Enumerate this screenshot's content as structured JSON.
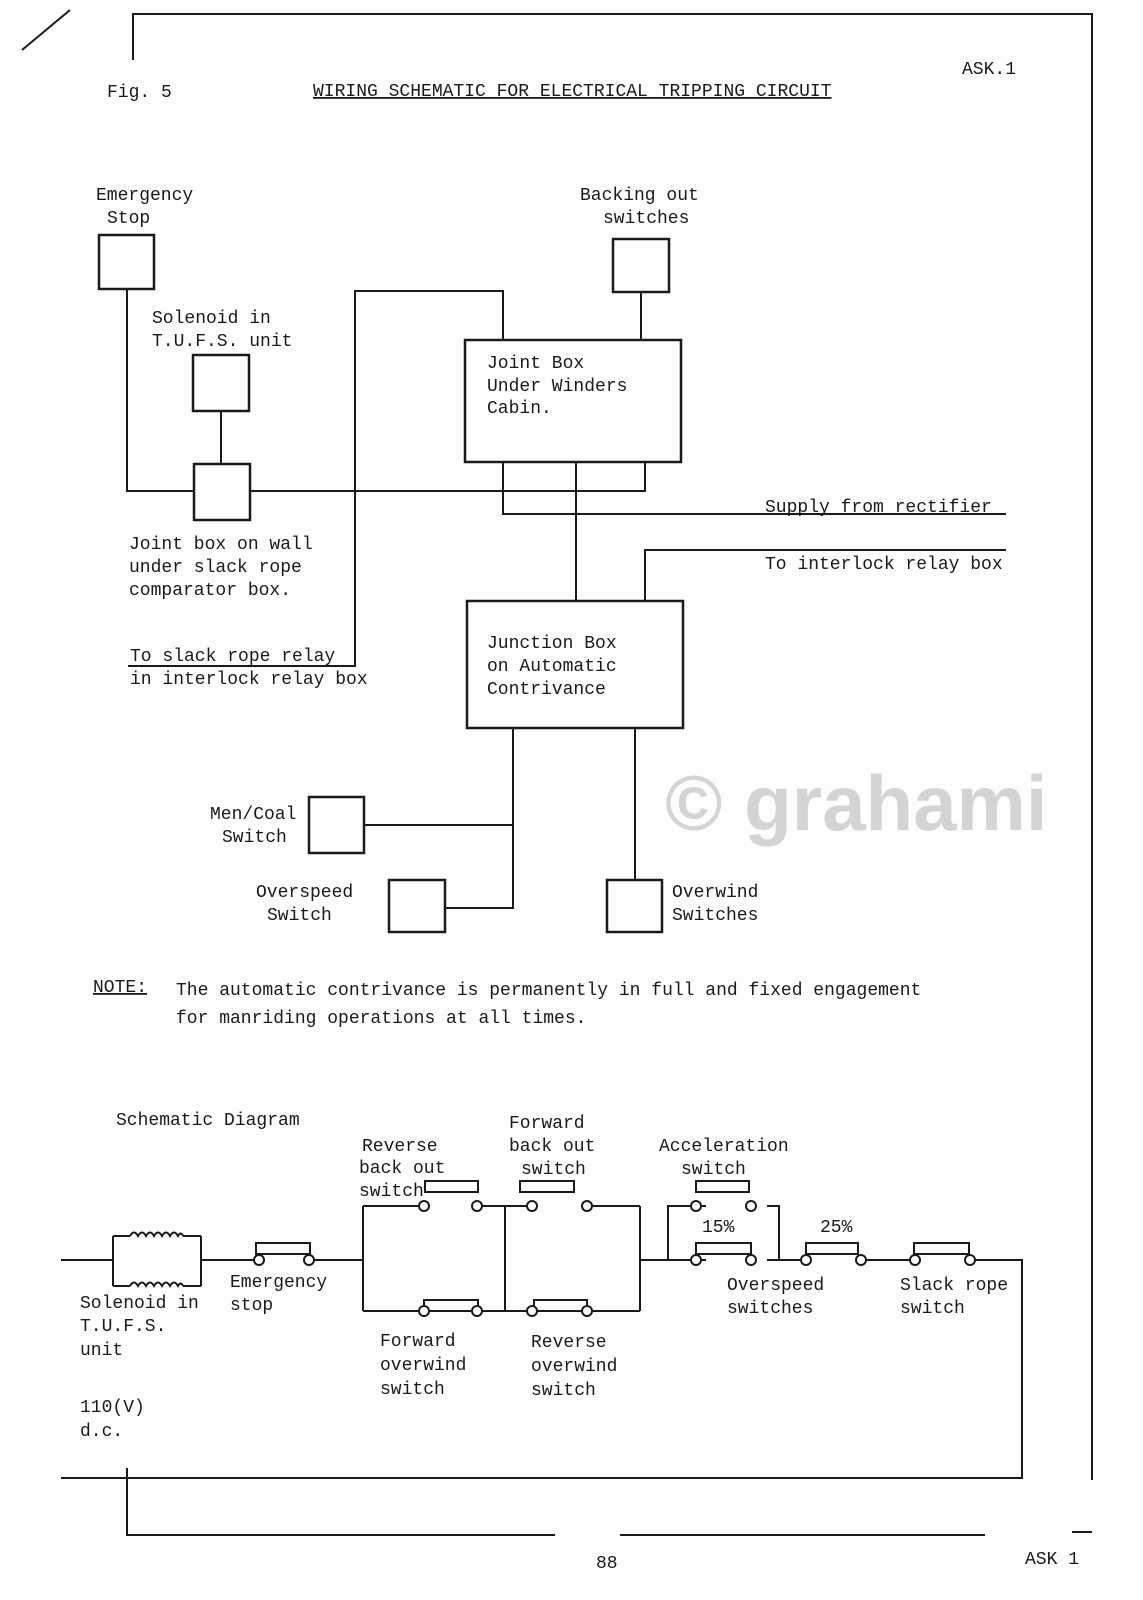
{
  "header": {
    "fig": "Fig. 5",
    "title": "WIRING SCHEMATIC FOR ELECTRICAL TRIPPING CIRCUIT",
    "ref_top": "ASK.1"
  },
  "wiring": {
    "emergency_stop": [
      "Emergency",
      "Stop"
    ],
    "backing_out": [
      "Backing out",
      "switches"
    ],
    "solenoid": [
      "Solenoid in",
      "T.U.F.S. unit"
    ],
    "joint_box_winders": [
      "Joint Box",
      "Under Winders",
      "Cabin."
    ],
    "joint_box_wall": [
      "Joint box on wall",
      "under slack rope",
      "comparator box."
    ],
    "supply": "Supply from rectifier",
    "interlock": "To interlock relay box",
    "slack_rope_relay": [
      "To slack rope relay",
      "in interlock relay box"
    ],
    "junction_box": [
      "Junction Box",
      "on Automatic",
      "Contrivance"
    ],
    "men_coal": [
      "Men/Coal",
      "Switch"
    ],
    "overspeed": [
      "Overspeed",
      "Switch"
    ],
    "overwind": [
      "Overwind",
      "Switches"
    ]
  },
  "note": {
    "label": "NOTE:",
    "lines": [
      "The automatic contrivance is permanently in full and fixed engagement",
      "for manriding operations at all times."
    ]
  },
  "schematic": {
    "title": "Schematic Diagram",
    "solenoid": [
      "Solenoid in",
      "T.U.F.S.",
      "unit"
    ],
    "voltage": [
      "110(V)",
      "d.c."
    ],
    "emergency_stop": [
      "Emergency",
      "stop"
    ],
    "reverse_back_out": [
      "Reverse",
      "back out",
      "switch"
    ],
    "forward_back_out": [
      "Forward",
      "back out",
      "switch"
    ],
    "acceleration": [
      "Acceleration",
      "switch"
    ],
    "forward_overwind": [
      "Forward",
      "overwind",
      "switch"
    ],
    "reverse_overwind": [
      "Reverse",
      "overwind",
      "switch"
    ],
    "pct_15": "15%",
    "pct_25": "25%",
    "overspeed": [
      "Overspeed",
      "switches"
    ],
    "slack_rope": [
      "Slack rope",
      "switch"
    ]
  },
  "footer": {
    "page_number": "88",
    "ref_bottom": "ASK 1"
  },
  "watermark": "© grahami"
}
